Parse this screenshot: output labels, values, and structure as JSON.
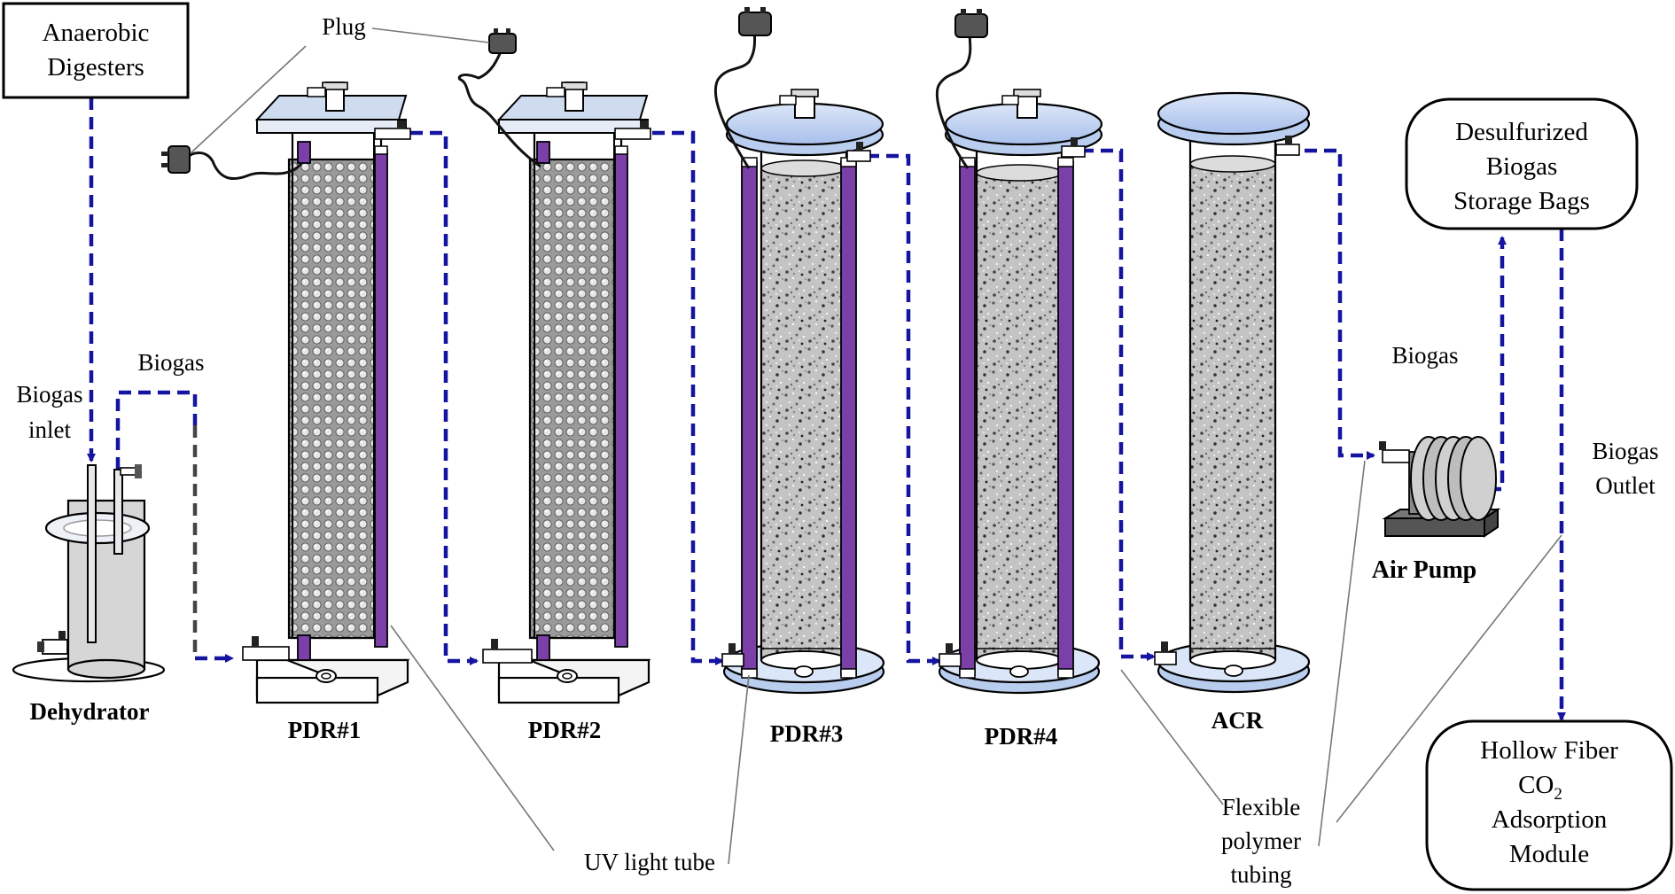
{
  "labels": {
    "anaerobic_digesters": [
      "Anaerobic",
      "Digesters"
    ],
    "plug": "Plug",
    "biogas_top": "Biogas",
    "biogas_inlet": [
      "Biogas",
      "inlet"
    ],
    "dehydrator": "Dehydrator",
    "pdr1": "PDR#1",
    "pdr2": "PDR#2",
    "pdr3": "PDR#3",
    "pdr4": "PDR#4",
    "acr": "ACR",
    "uv_light_tube": "UV light tube",
    "flexible_tubing": [
      "Flexible",
      "polymer",
      "tubing"
    ],
    "biogas_right": "Biogas",
    "air_pump": "Air Pump",
    "biogas_outlet": [
      "Biogas",
      "Outlet"
    ],
    "storage_bags": [
      "Desulfurized",
      "Biogas",
      "Storage Bags"
    ],
    "hollow_fiber": [
      "Hollow Fiber",
      "CO",
      "2",
      "Adsorption",
      "Module"
    ]
  },
  "colors": {
    "gas_line": "#1414a0",
    "uv_tube": "#7b3fa8",
    "lid_blue": "#b9cdef",
    "packing": "#b8b8b8"
  }
}
